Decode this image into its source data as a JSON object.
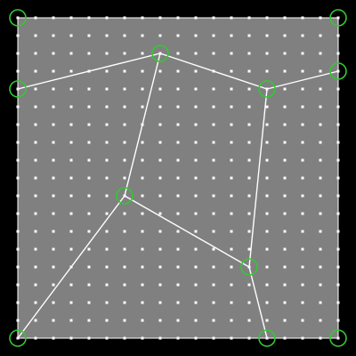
{
  "colors": {
    "background": "#000000",
    "board": "#808080",
    "grid_dot": "#ffffff",
    "edge": "#ffffff",
    "node_ring": "#32c832"
  },
  "grid": {
    "columns": 19,
    "rows": 19
  },
  "nodes": [
    {
      "id": "n0",
      "col": 0,
      "row": 0
    },
    {
      "id": "n1",
      "col": 18,
      "row": 0
    },
    {
      "id": "n2",
      "col": 8,
      "row": 2
    },
    {
      "id": "n3",
      "col": 0,
      "row": 4
    },
    {
      "id": "n4",
      "col": 14,
      "row": 4
    },
    {
      "id": "n5",
      "col": 18,
      "row": 3
    },
    {
      "id": "n6",
      "col": 6,
      "row": 10
    },
    {
      "id": "n7",
      "col": 13,
      "row": 14
    },
    {
      "id": "n8",
      "col": 0,
      "row": 18
    },
    {
      "id": "n9",
      "col": 14,
      "row": 18
    },
    {
      "id": "n10",
      "col": 18,
      "row": 18
    }
  ],
  "edges": [
    [
      "n3",
      "n2"
    ],
    [
      "n2",
      "n4"
    ],
    [
      "n4",
      "n5"
    ],
    [
      "n2",
      "n6"
    ],
    [
      "n6",
      "n8"
    ],
    [
      "n6",
      "n7"
    ],
    [
      "n4",
      "n7"
    ],
    [
      "n7",
      "n9"
    ]
  ]
}
